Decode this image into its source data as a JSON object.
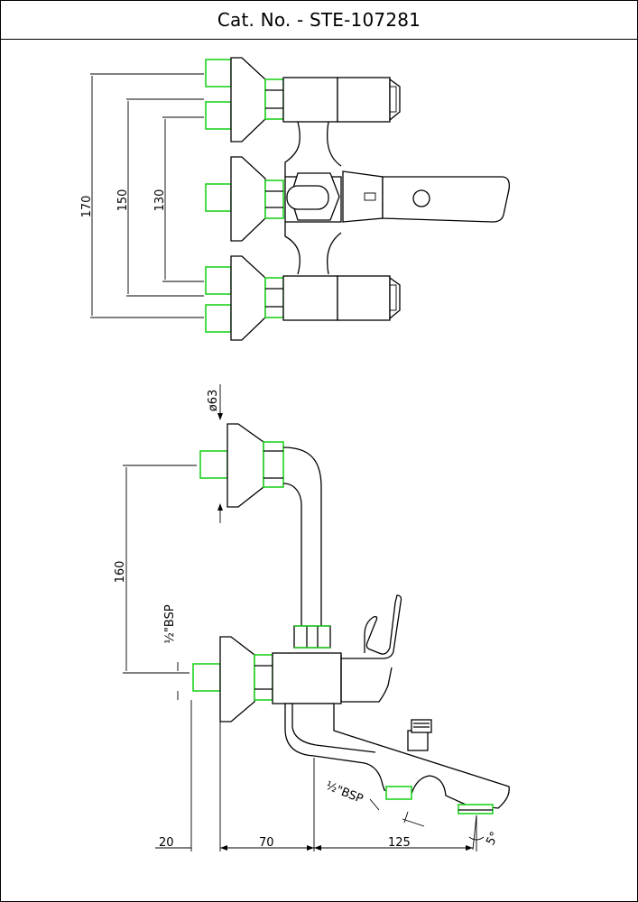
{
  "title": "Cat. No. - STE-107281",
  "dimensions": {
    "top_view": {
      "d170": "170",
      "d150": "150",
      "d130": "130"
    },
    "side_view": {
      "d63": "ø63",
      "d160": "160",
      "bsp_wall": "½\"BSP",
      "bsp_outlet": "½\"BSP",
      "d20": "20",
      "d70": "70",
      "d125": "125",
      "angle": "5°"
    }
  },
  "colors": {
    "line": "#000000",
    "thread_highlight": "#1fd21f",
    "background": "#ffffff"
  }
}
